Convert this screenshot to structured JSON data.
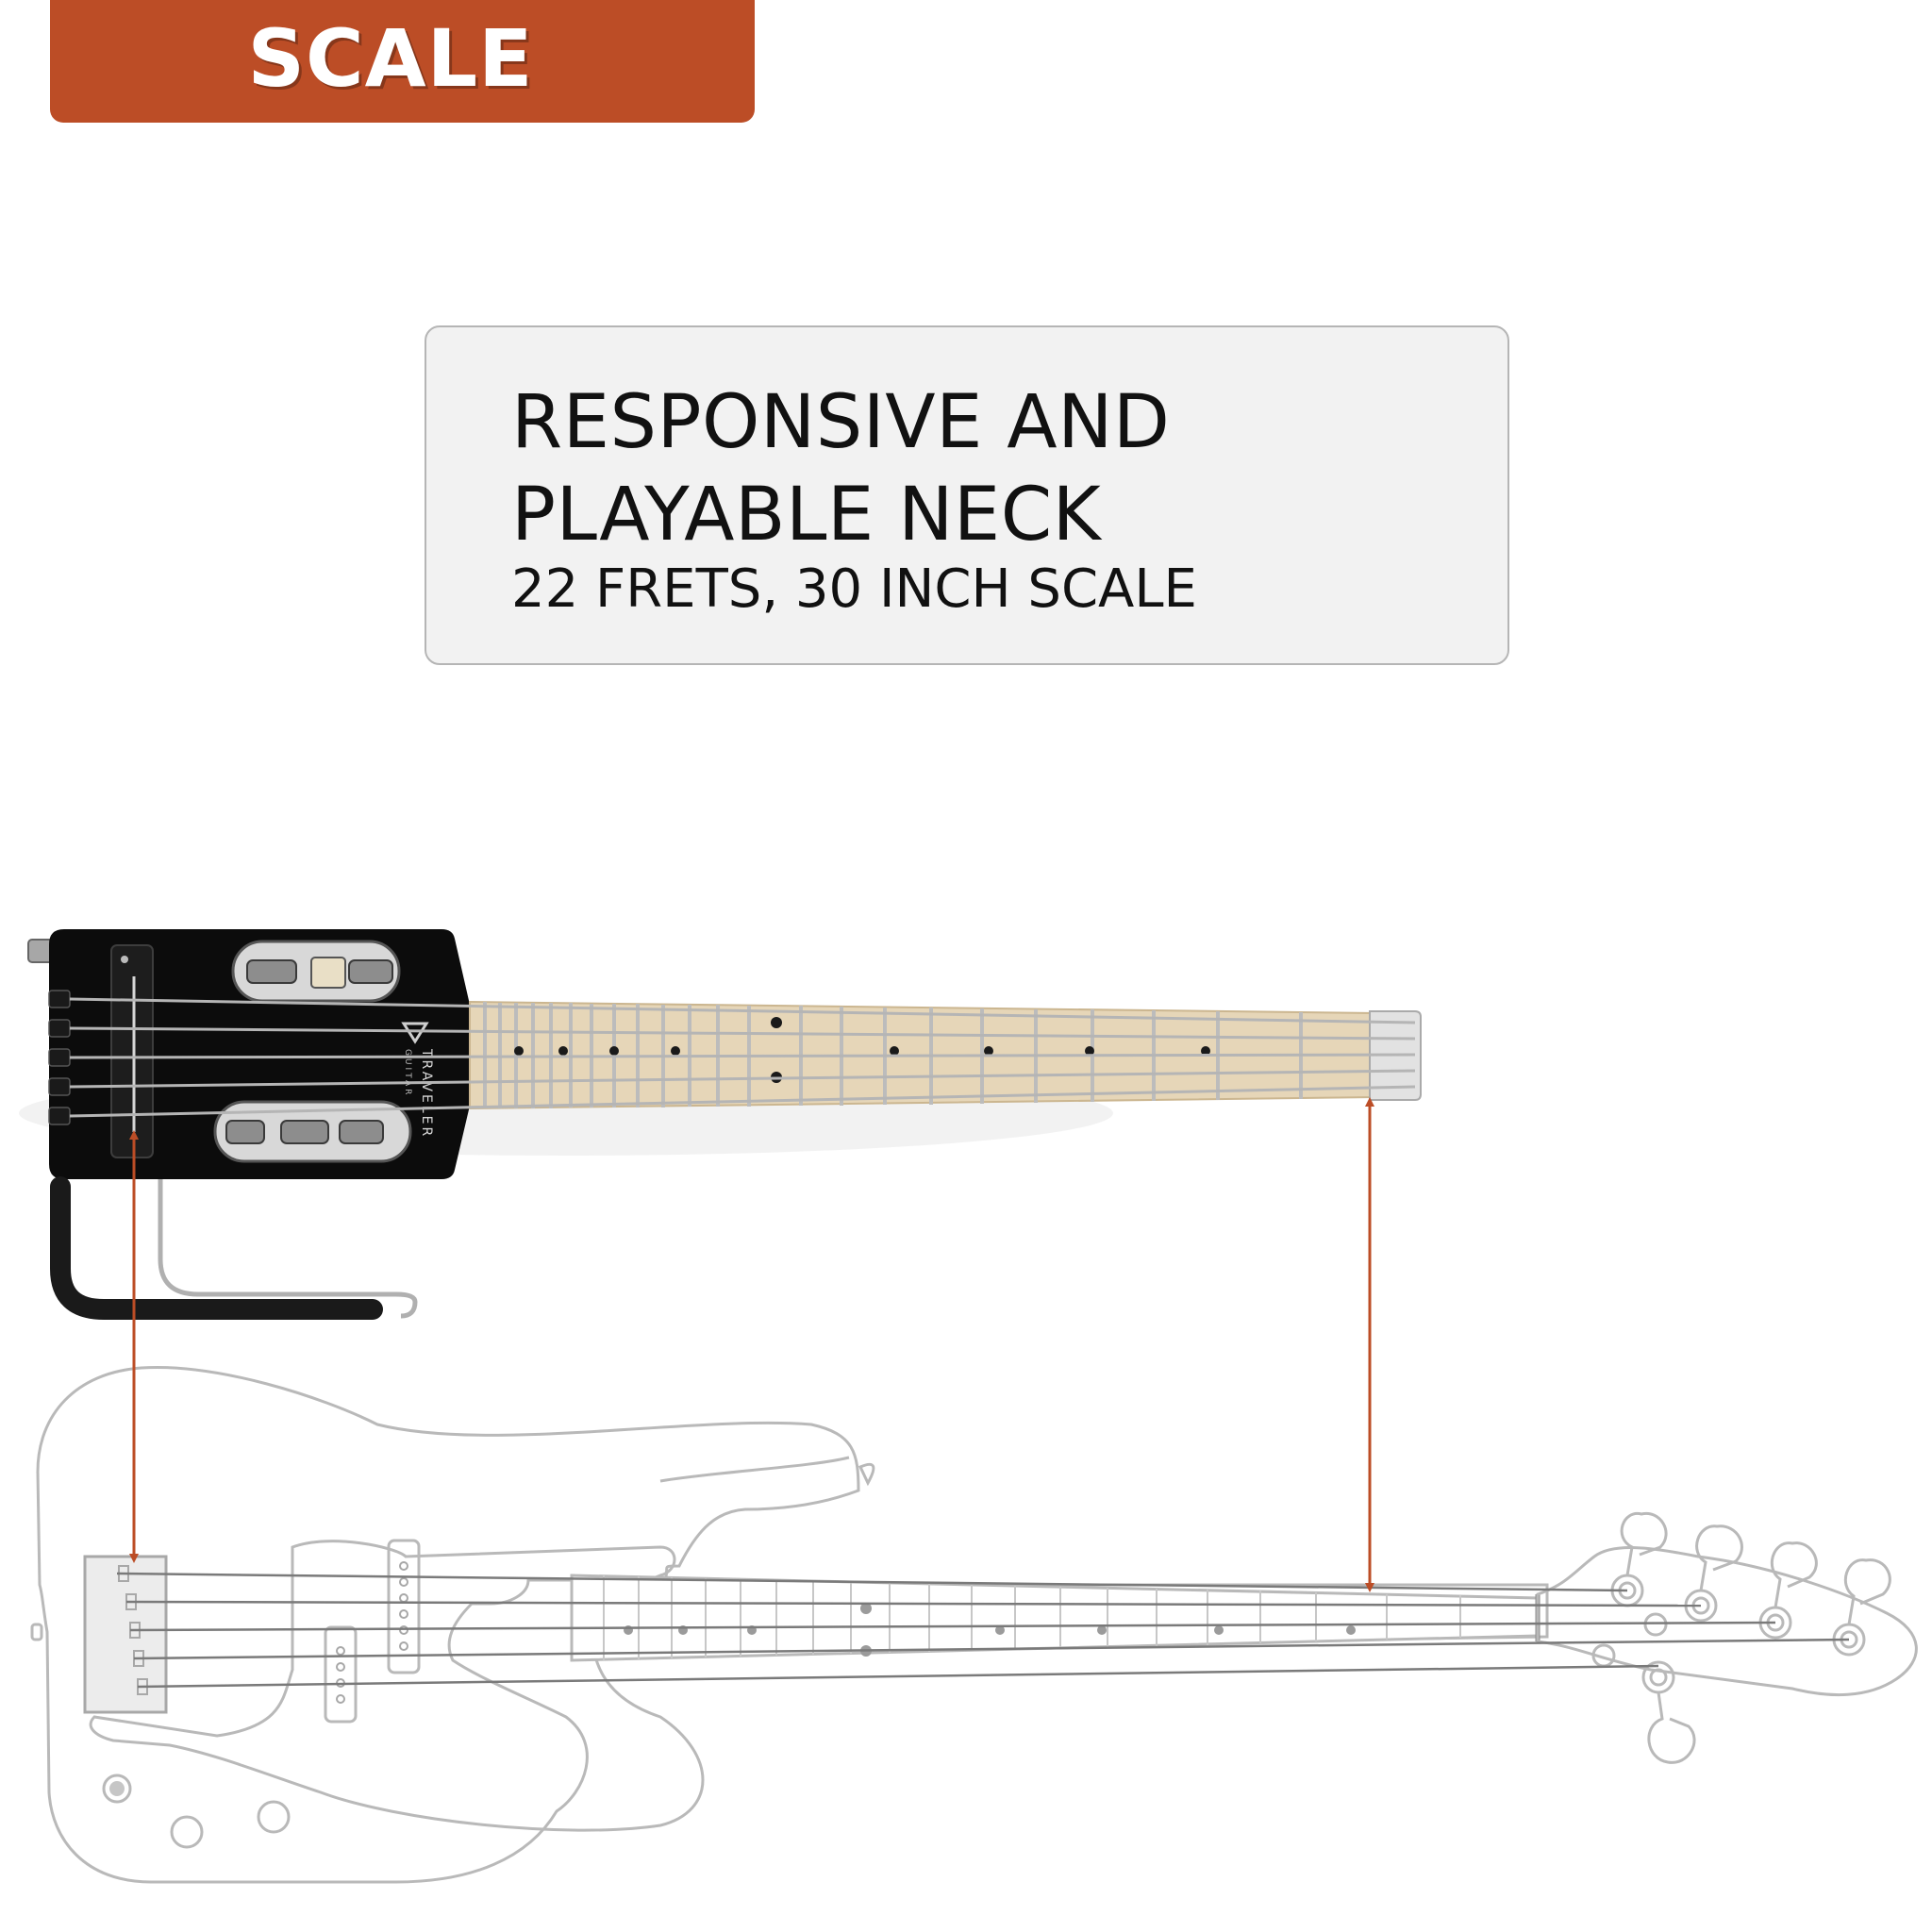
{
  "header": {
    "label": "SCALE"
  },
  "info_box": {
    "line1": "RESPONSIVE AND",
    "line2": "PLAYABLE NECK",
    "line3": "22 FRETS, 30 INCH SCALE"
  },
  "brand": {
    "line1": "TRAVELER",
    "line2": "GUITAR"
  },
  "colors": {
    "accent": "#bc4d26",
    "panel_bg": "#f2f2f2",
    "guitar_body": "#0c0c0c",
    "fretboard": "#e6d6b8",
    "outline": "#b9b9b9"
  }
}
